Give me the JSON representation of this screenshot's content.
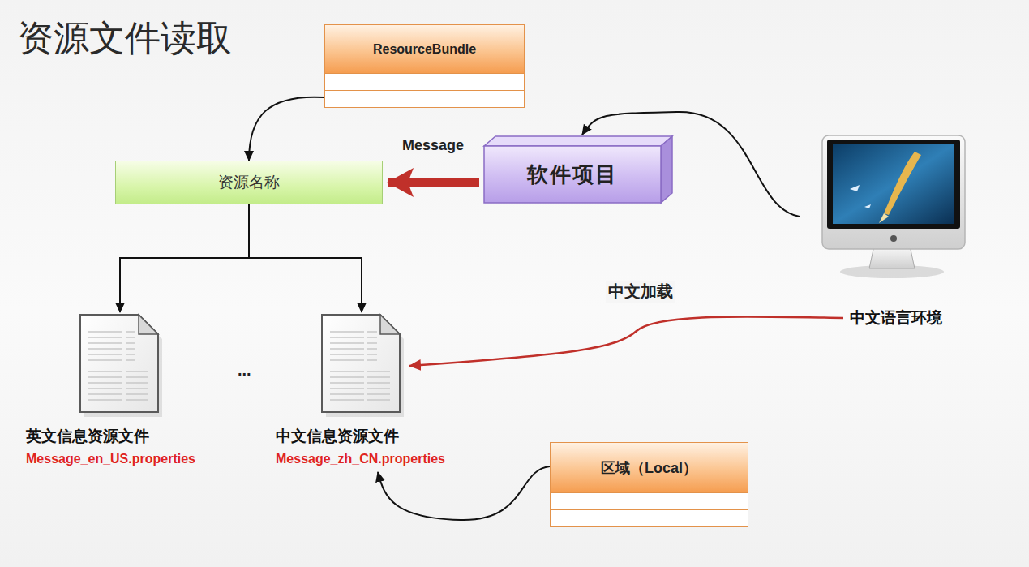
{
  "diagram": {
    "title": "资源文件读取",
    "nodes": [
      {
        "text": [
          "ResourceBundle"
        ]
      },
      {
        "text": [
          "资源名称"
        ]
      },
      {
        "text": [
          "软件项目"
        ]
      },
      {
        "text": [
          "中文语言环境"
        ]
      },
      {
        "text": [
          "英文信息资源文件",
          "Message_en_US.properties"
        ]
      },
      {
        "text": [
          "中文信息资源文件",
          "Message_zh_CN.properties"
        ]
      },
      {
        "text": [
          "区域（Local）"
        ]
      }
    ],
    "edges": [
      {
        "from": 0,
        "to": 1,
        "arrow": "to"
      },
      {
        "from": 2,
        "to": 1,
        "label": "Message",
        "arrow": "to"
      },
      {
        "from": 1,
        "to": 4,
        "arrow": "to"
      },
      {
        "from": 1,
        "to": 5,
        "arrow": "to"
      },
      {
        "from": 3,
        "to": 2,
        "arrow": "to"
      },
      {
        "from": 3,
        "to": 5,
        "label": "中文加载",
        "arrow": "to"
      },
      {
        "from": 6,
        "to": 5,
        "arrow": "to"
      }
    ],
    "labels": [
      "..."
    ]
  }
}
